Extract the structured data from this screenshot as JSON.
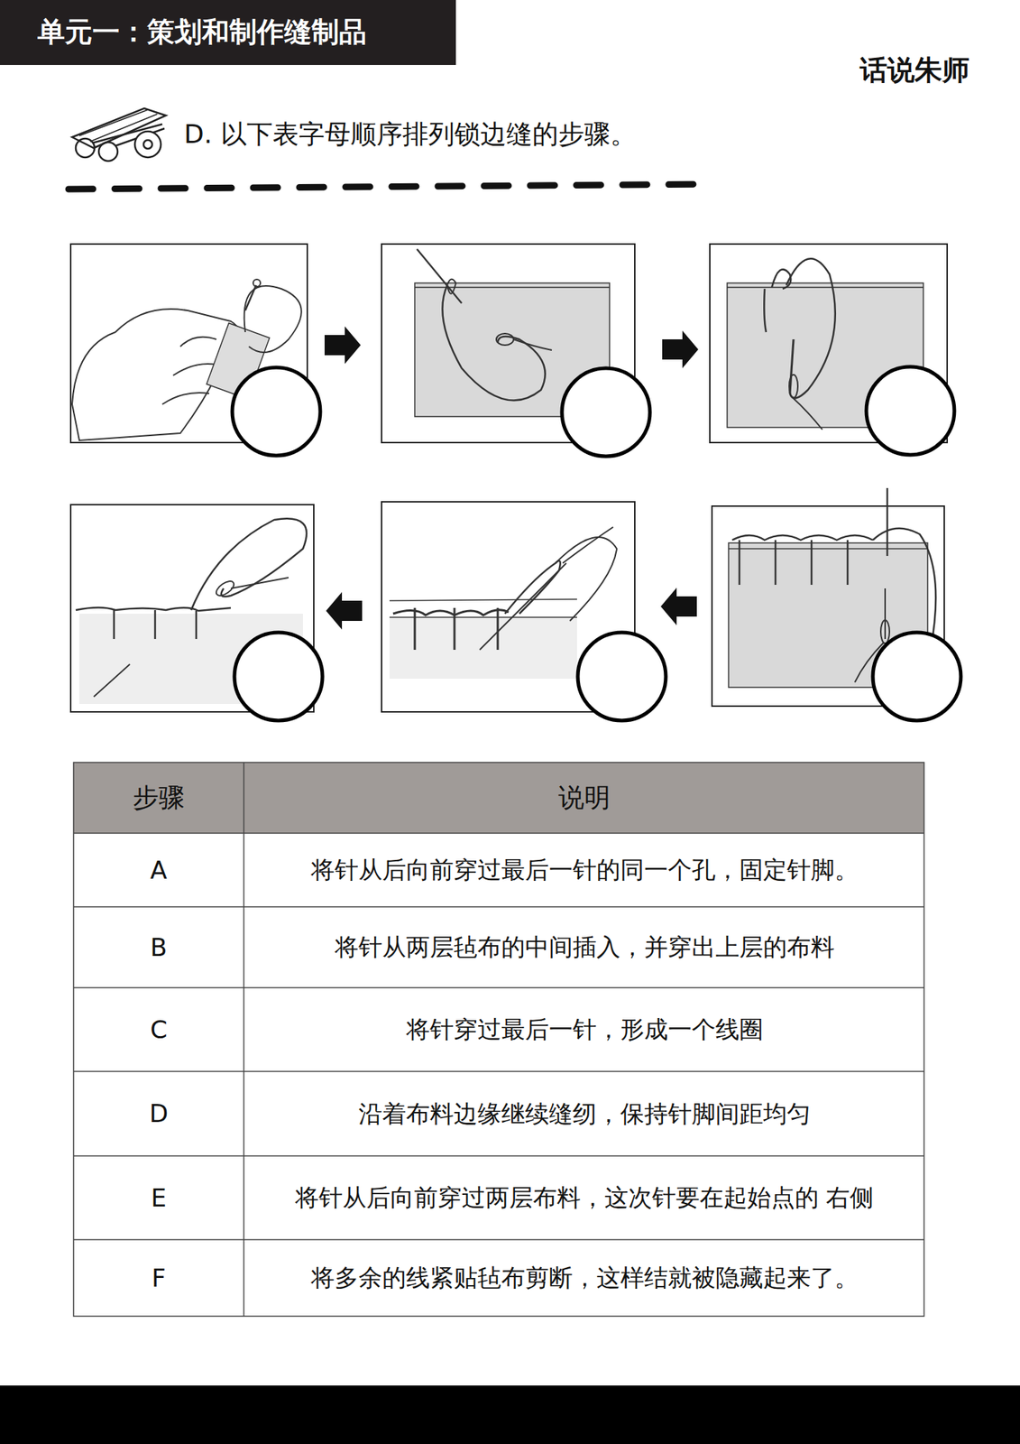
{
  "diagram": {
    "title": "单元一：策划和制作缝制品",
    "labels": [
      "D. 以下表字母顺序排列锁边缝的步骤。",
      "话说朱师",
      "步骤",
      "说明",
      "A",
      "将针从后向前穿过最后一针的同一个孔，固定针脚。",
      "B",
      "将针从两层毡布的中间插入，并穿出上层的布料",
      "C",
      "将针穿过最后一针，形成一个线圈",
      "D",
      "沿着布料边缘继续缝纫，保持针脚间距均匀",
      "E",
      "将针从后向前穿过两层布料，这次针要在起始点的 右侧",
      "F",
      "将多余的线紧贴毡布剪断，这样结就被隐藏起来了。"
    ]
  }
}
